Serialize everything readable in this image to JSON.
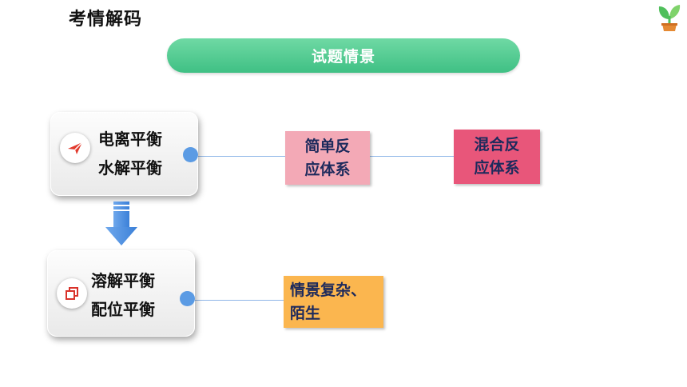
{
  "header": {
    "title": "考情解码"
  },
  "banner": {
    "label": "试题情景"
  },
  "cards": [
    {
      "lines": [
        "电离平衡",
        "水解平衡"
      ],
      "icon": "paper-plane-icon"
    },
    {
      "lines": [
        "溶解平衡",
        "配位平衡"
      ],
      "icon": "copy-icon"
    }
  ],
  "boxes": [
    {
      "lines": [
        "简单反",
        "应体系"
      ],
      "color": "#f3a9b6"
    },
    {
      "lines": [
        "混合反",
        "应体系"
      ],
      "color": "#e8567a"
    },
    {
      "lines": [
        "情景复杂、",
        "陌生"
      ],
      "color": "#fbb64f"
    }
  ],
  "colors": {
    "accent_green": "#3fc084",
    "connector_blue": "#5b9be4",
    "arrow_blue": "#4a8fe0"
  }
}
